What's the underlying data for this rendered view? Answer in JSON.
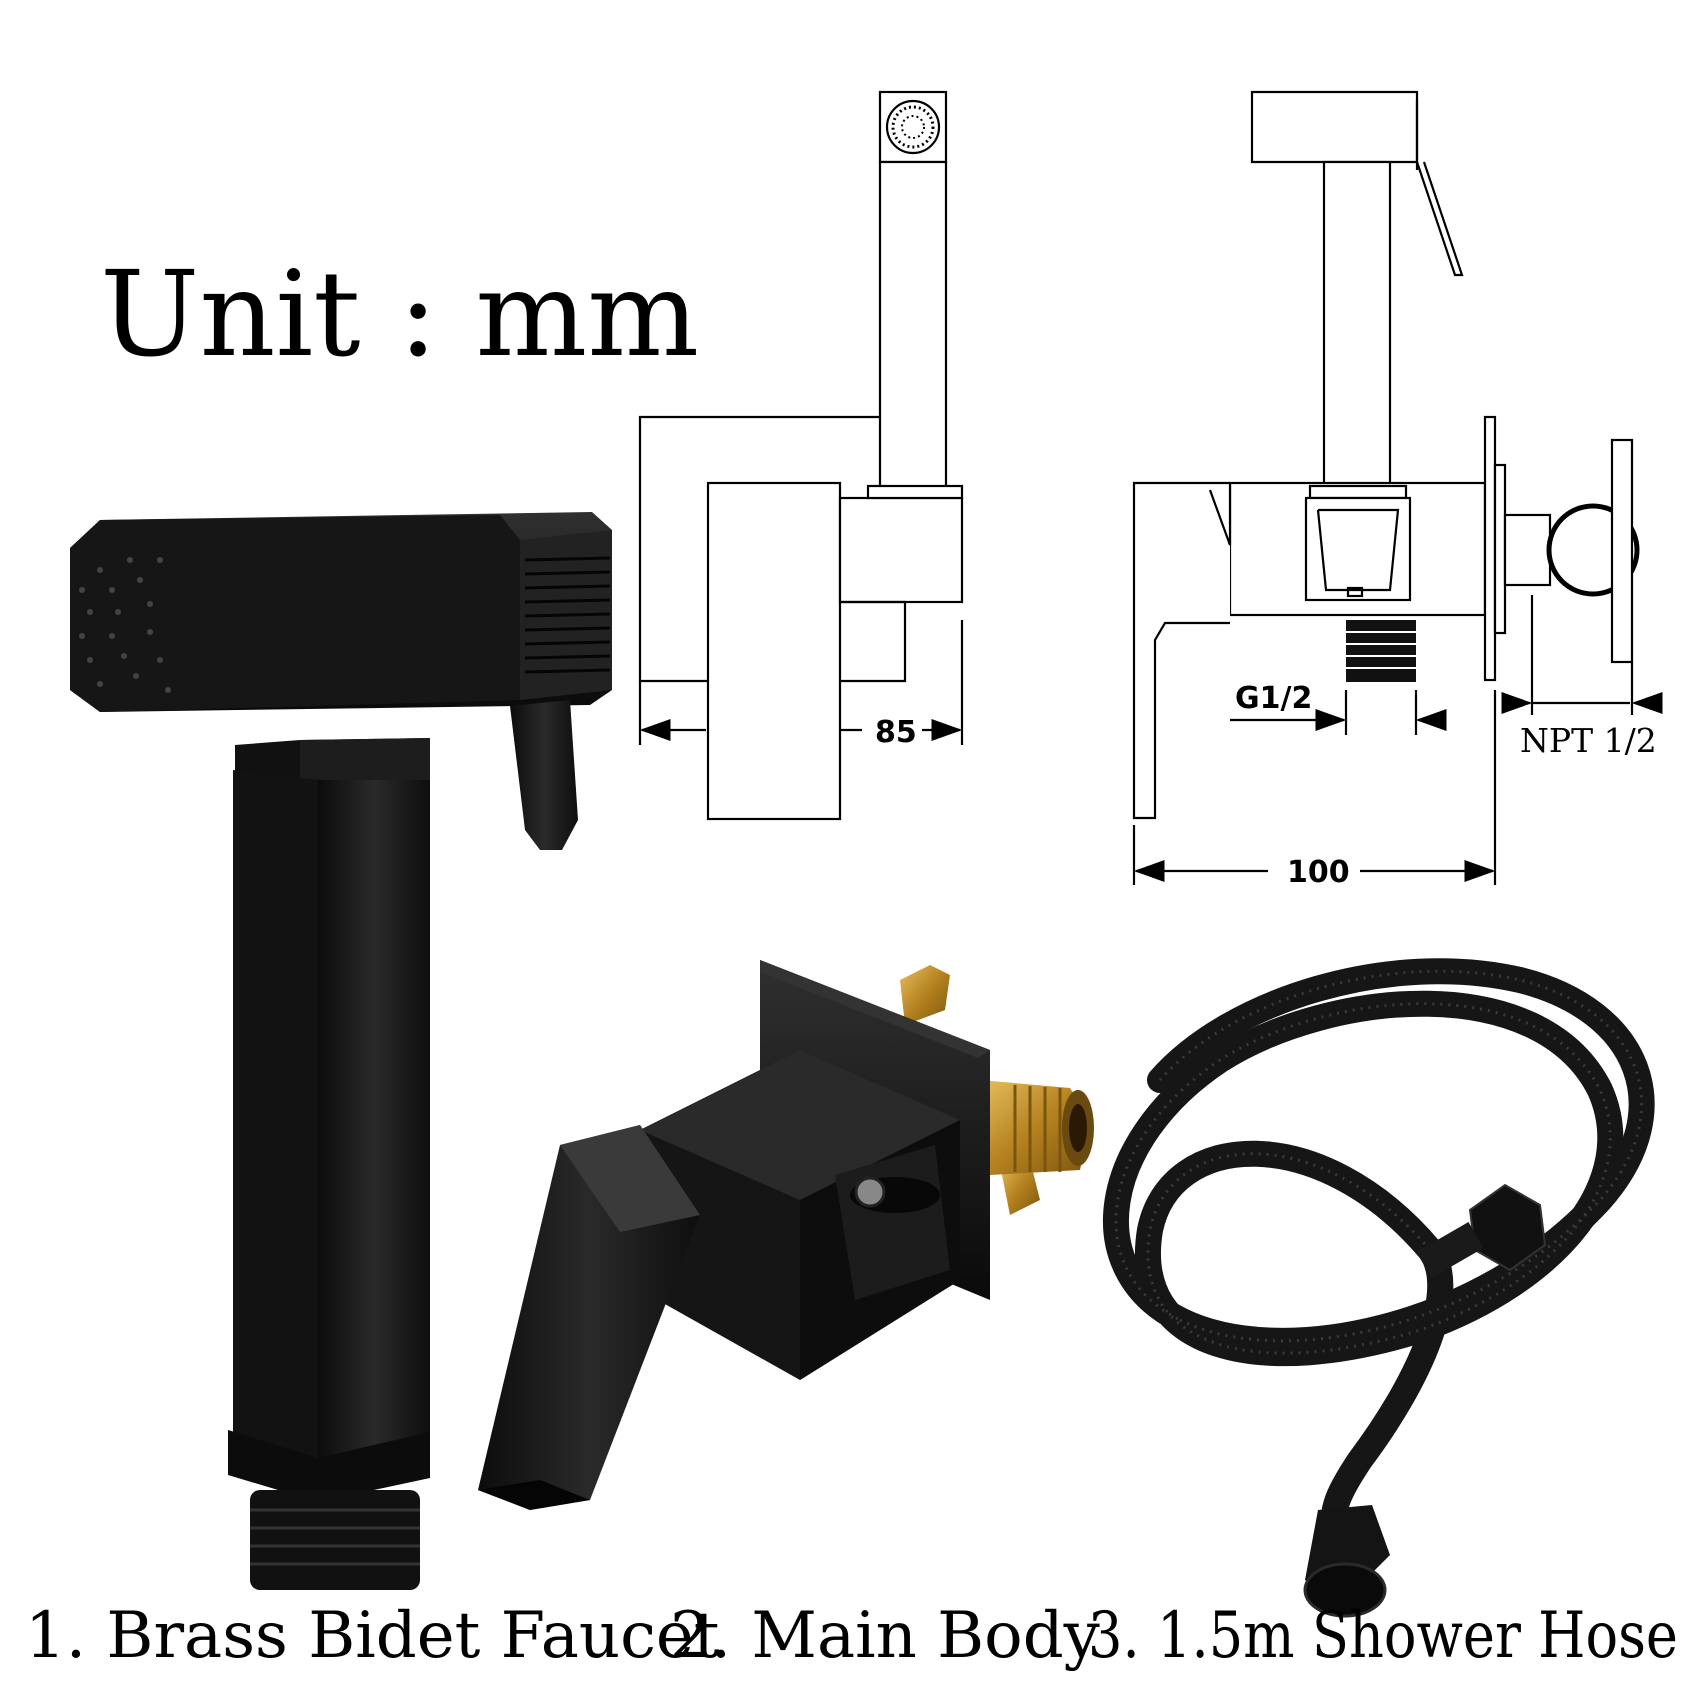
{
  "unit_label": "Unit : mm",
  "dimensions": {
    "side_width": "85",
    "front_width": "100",
    "thread_outlet": "G1/2",
    "thread_inlet": "NPT 1/2"
  },
  "captions": [
    "1. Brass Bidet Faucet",
    "2. Main Body",
    "3. 1.5m Shower Hose"
  ],
  "colors": {
    "product_black": "#111111",
    "brass": "#c9962e",
    "line": "#000000",
    "background": "#ffffff"
  }
}
